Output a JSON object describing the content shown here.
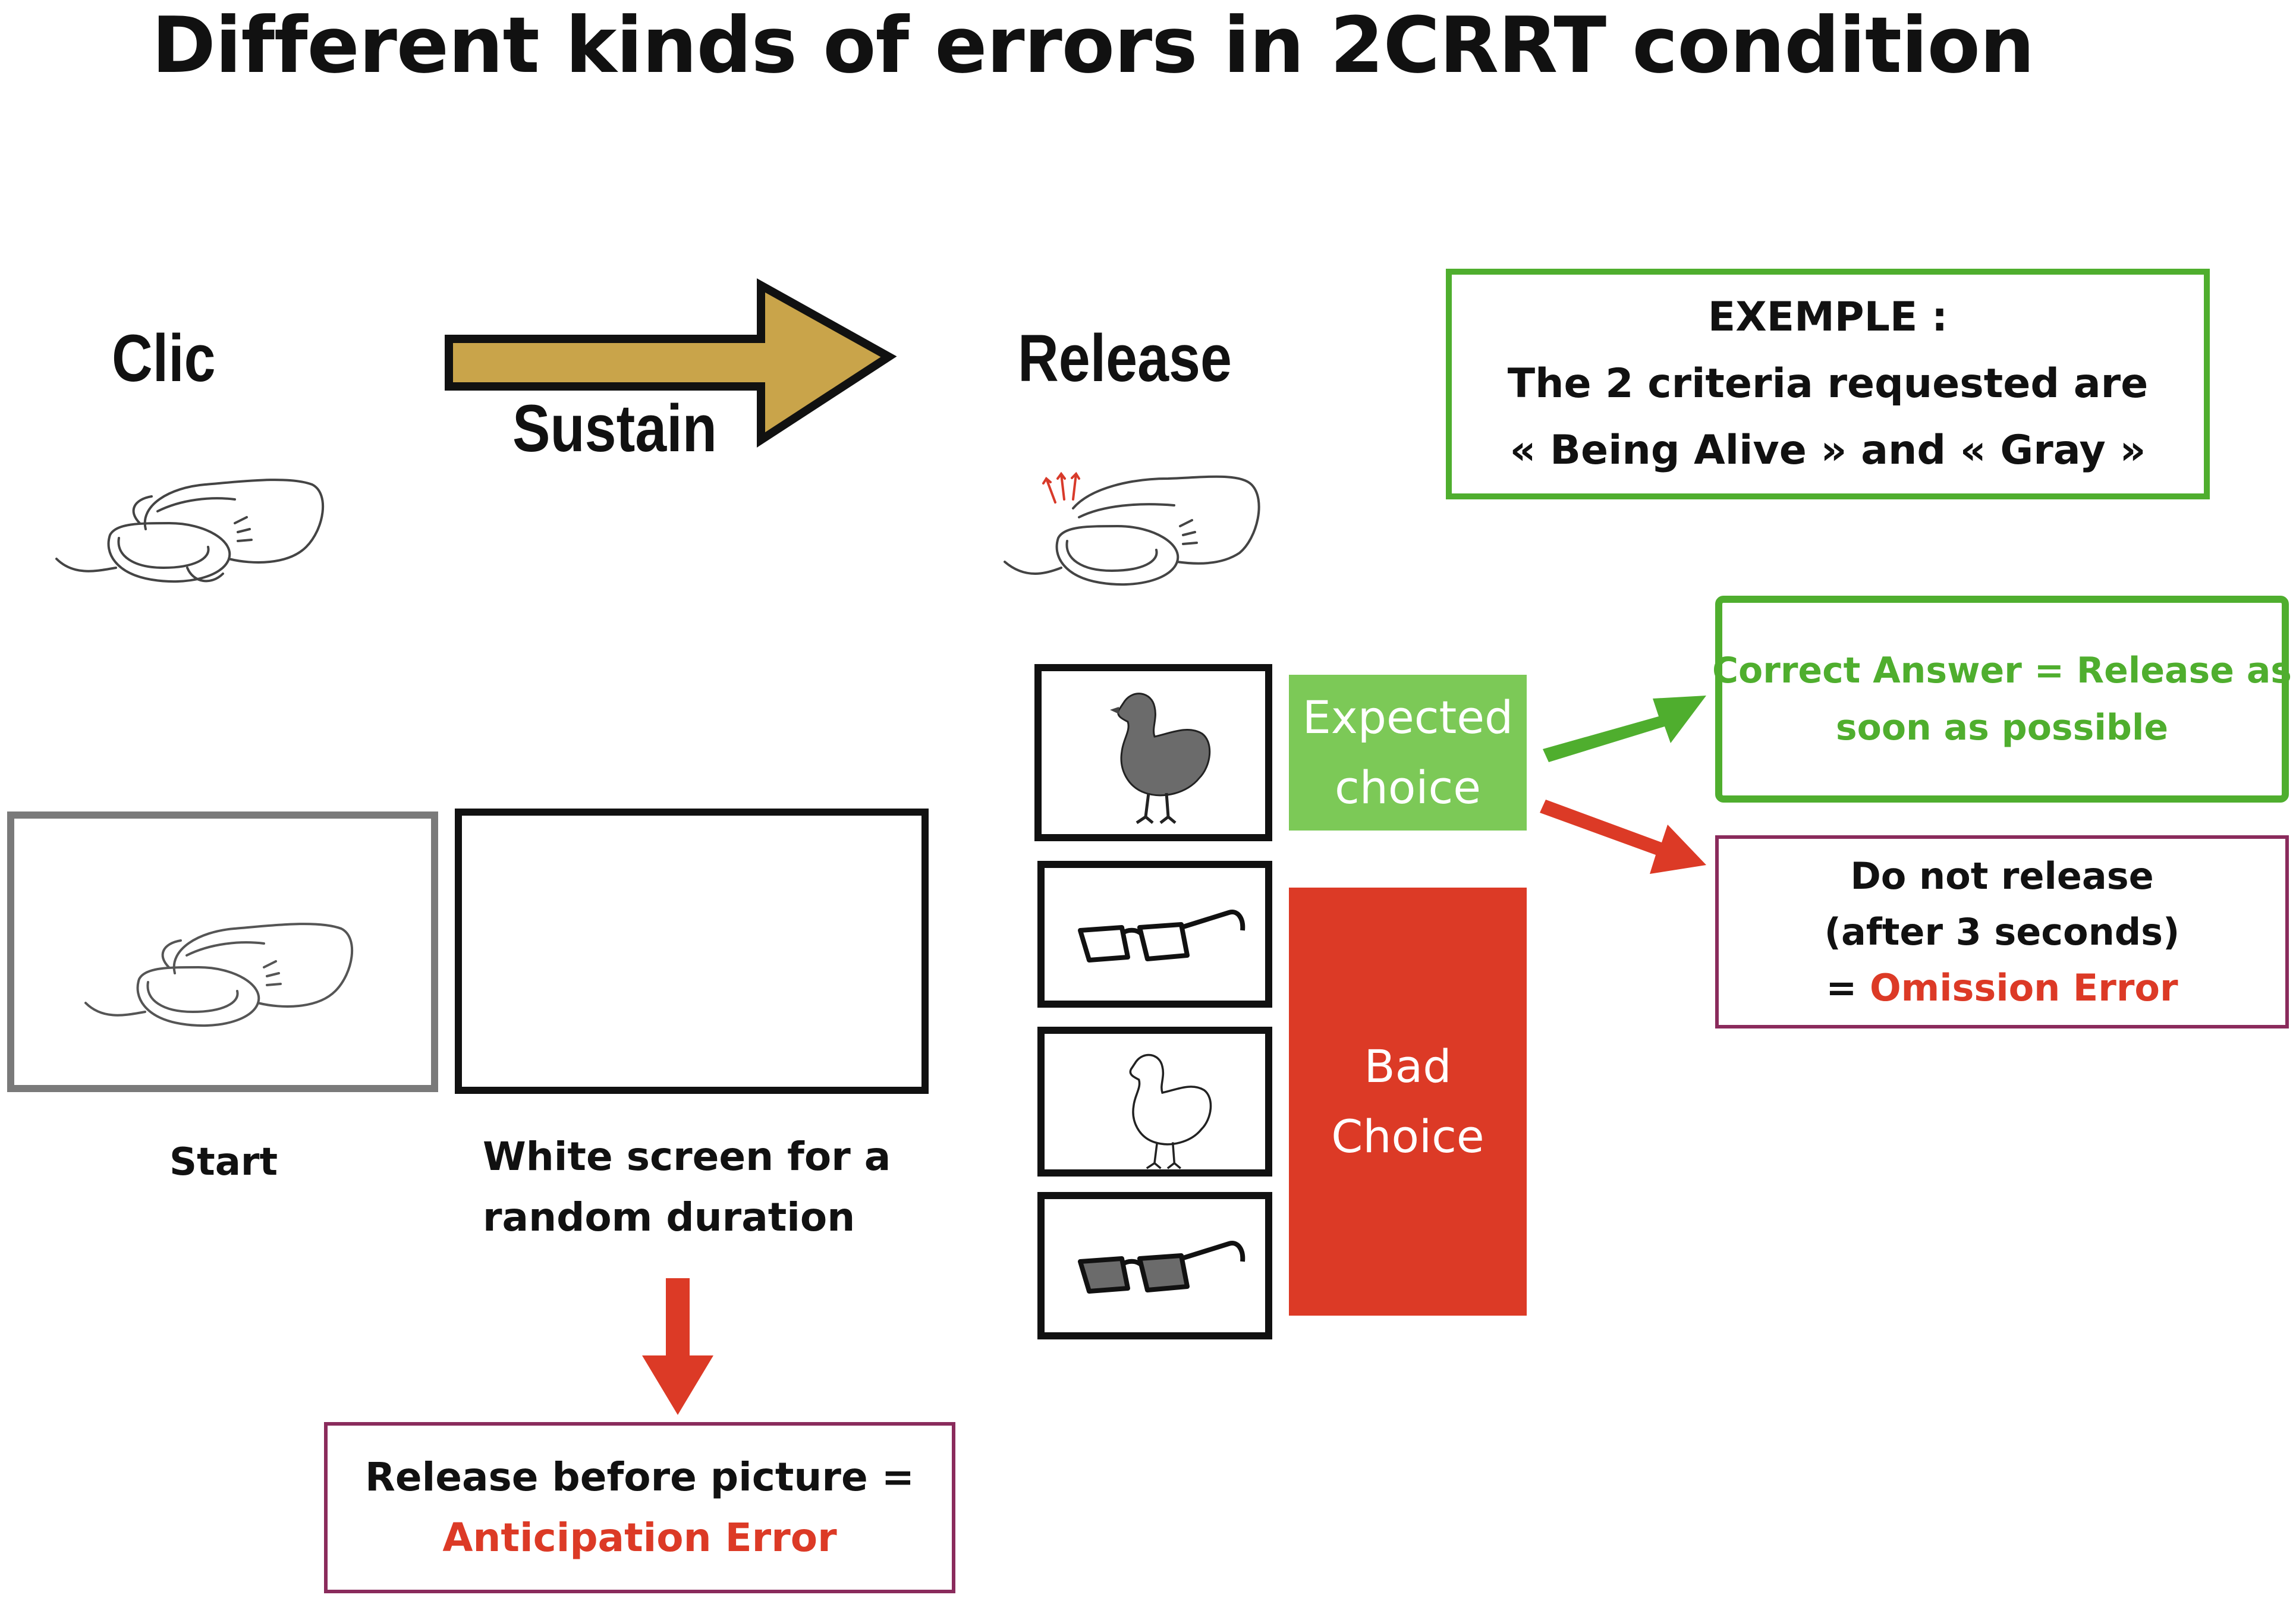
{
  "title": "Different kinds of errors in 2CRRT condition",
  "steps": {
    "clic": "Clic",
    "sustain": "Sustain",
    "release": "Release"
  },
  "example_box": {
    "heading": "EXEMPLE :",
    "line1": "The 2 criteria requested are",
    "line2": "« Being Alive » and « Gray »"
  },
  "screens": {
    "start_label": "Start",
    "white_label_line1": "White screen for a",
    "white_label_line2": "random duration"
  },
  "anticipation": {
    "line1": "Release before picture =",
    "line2": "Anticipation Error"
  },
  "choices": {
    "expected_line1": "Expected",
    "expected_line2": "choice",
    "bad_line1": "Bad",
    "bad_line2": "Choice"
  },
  "outcomes": {
    "correct_line1": "Correct Answer = Release as",
    "correct_line2": "soon as possible",
    "omission_line1": "Do not release",
    "omission_line2": "(after 3 seconds)",
    "omission_eq": "= ",
    "omission_err": "Omission Error"
  },
  "colors": {
    "sustain_arrow": "#c9a44a",
    "green": "#4fae2e",
    "light_green": "#7cc957",
    "red": "#dc3a26",
    "purple_border": "#8a2b5c",
    "gray_object": "#6b6b6b"
  },
  "icons": {
    "hand_click": "hand-on-mouse-icon",
    "hand_release": "hand-release-mouse-icon",
    "chicken_gray": "chicken-gray-icon",
    "glasses_outline": "glasses-outline-icon",
    "chicken_outline": "chicken-outline-icon",
    "glasses_gray": "glasses-gray-icon"
  }
}
